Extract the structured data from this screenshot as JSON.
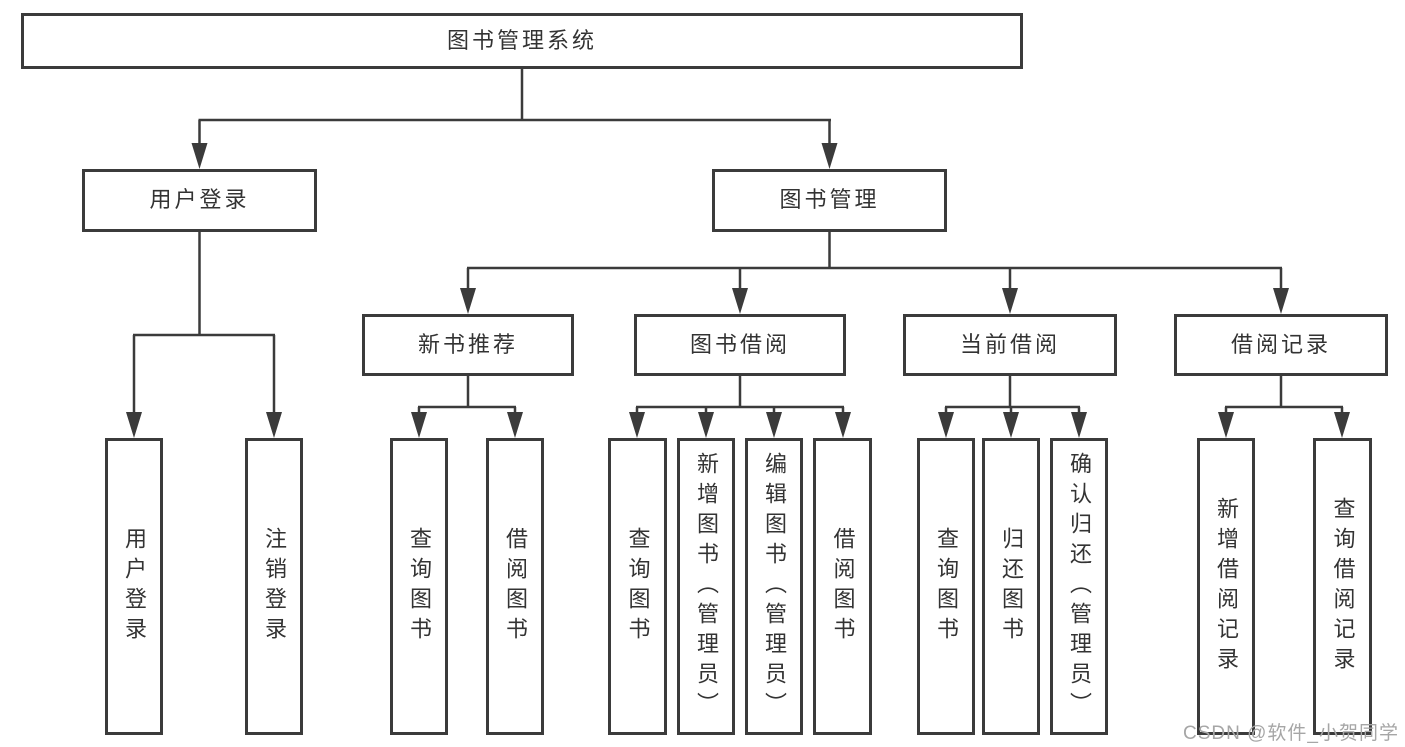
{
  "diagram_title": "图书管理系统",
  "tree": {
    "label": "图书管理系统",
    "children": [
      {
        "label": "用户登录",
        "children": [
          {
            "label": "用户登录"
          },
          {
            "label": "注销登录"
          }
        ]
      },
      {
        "label": "图书管理",
        "children": [
          {
            "label": "新书推荐",
            "children": [
              {
                "label": "查询图书"
              },
              {
                "label": "借阅图书"
              }
            ]
          },
          {
            "label": "图书借阅",
            "children": [
              {
                "label": "查询图书"
              },
              {
                "label": "新增图书（管理员）"
              },
              {
                "label": "编辑图书（管理员）"
              },
              {
                "label": "借阅图书"
              }
            ]
          },
          {
            "label": "当前借阅",
            "children": [
              {
                "label": "查询图书"
              },
              {
                "label": "归还图书"
              },
              {
                "label": "确认归还（管理员）"
              }
            ]
          },
          {
            "label": "借阅记录",
            "children": [
              {
                "label": "新增借阅记录"
              },
              {
                "label": "查询借阅记录"
              }
            ]
          }
        ]
      }
    ]
  },
  "watermark": {
    "text": "CSDN @软件_小贺同学"
  },
  "colors": {
    "background": "#ffffff",
    "line": "#3b3b3b",
    "box_border": "#3b3b3b",
    "text": "#333333",
    "watermark": "#a6a6a6"
  }
}
